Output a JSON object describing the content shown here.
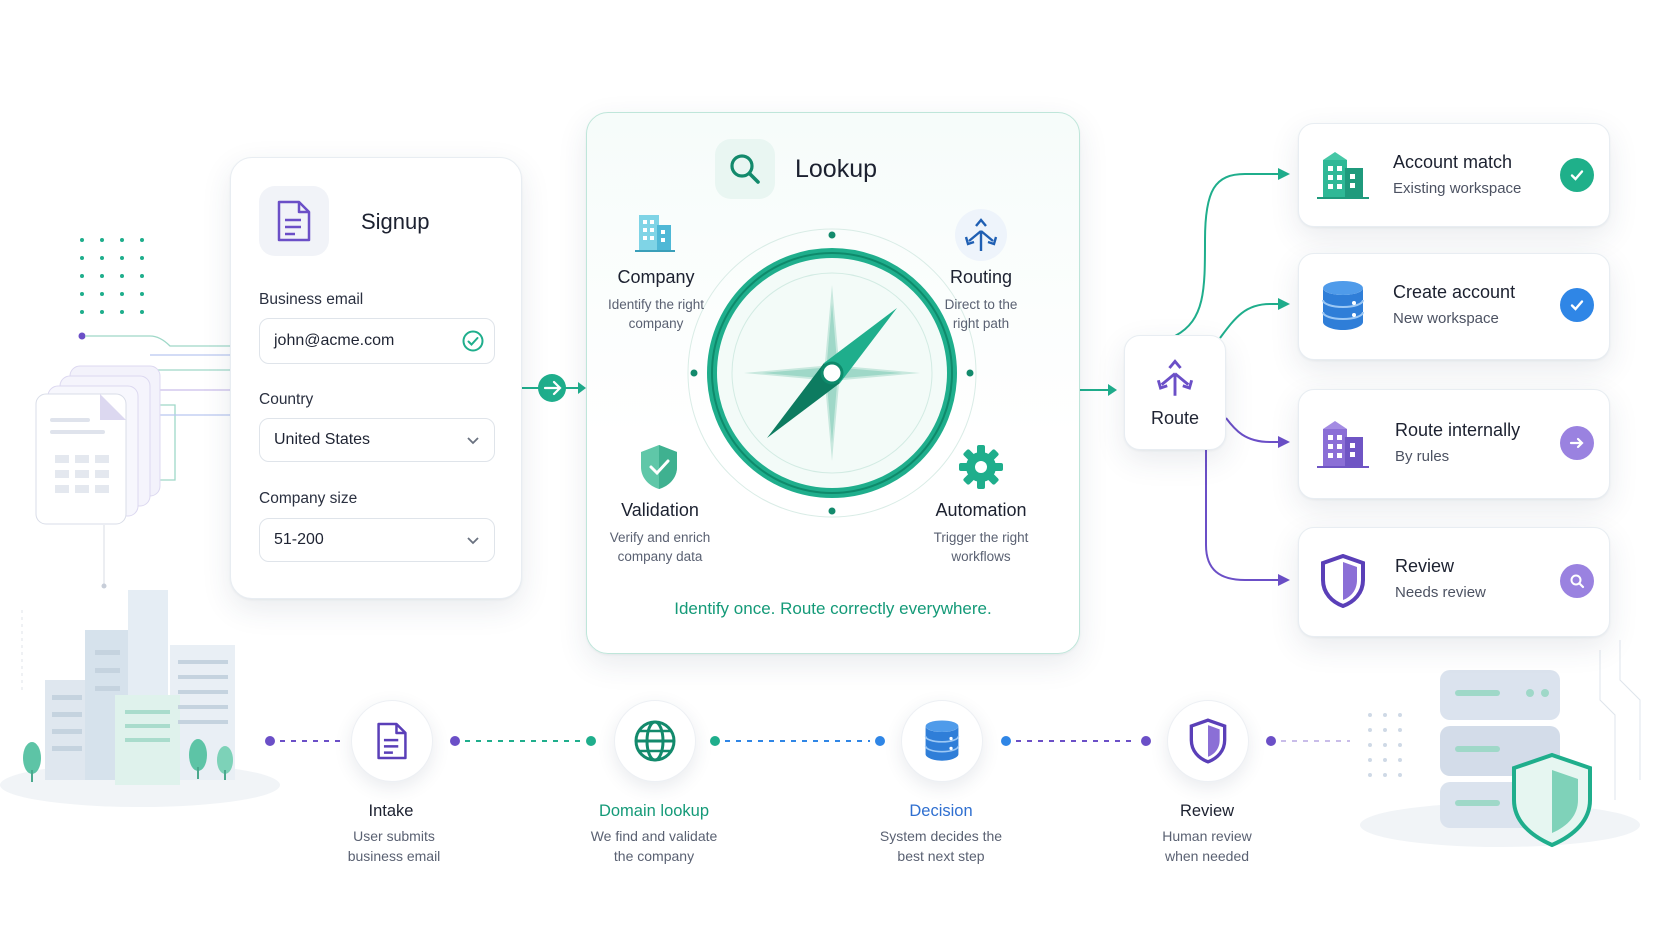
{
  "signup": {
    "title": "Signup",
    "email_label": "Business email",
    "email_value": "john@acme.com",
    "country_label": "Country",
    "country_value": "United States",
    "size_label": "Company size",
    "size_value": "51-200"
  },
  "lookup": {
    "title": "Lookup",
    "features": [
      {
        "title": "Company",
        "desc1": "Identify the right",
        "desc2": "company"
      },
      {
        "title": "Routing",
        "desc1": "Direct to the",
        "desc2": "right path"
      },
      {
        "title": "Validation",
        "desc1": "Verify and enrich",
        "desc2": "company data"
      },
      {
        "title": "Automation",
        "desc1": "Trigger the right",
        "desc2": "workflows"
      }
    ],
    "tagline": "Identify once. Route correctly everywhere."
  },
  "route": {
    "label": "Route"
  },
  "results": [
    {
      "title": "Account match",
      "subtitle": "Existing workspace",
      "color": "#1fb08a"
    },
    {
      "title": "Create account",
      "subtitle": "New workspace",
      "color": "#2f86e6"
    },
    {
      "title": "Route internally",
      "subtitle": "By rules",
      "color": "#8b6fd6"
    },
    {
      "title": "Review",
      "subtitle": "Needs review",
      "color": "#8b6fd6"
    }
  ],
  "steps": [
    {
      "title": "Intake",
      "desc1": "User submits",
      "desc2": "business email",
      "color": "#1c2130"
    },
    {
      "title": "Domain lookup",
      "desc1": "We find and validate",
      "desc2": "the company",
      "color": "#149a78"
    },
    {
      "title": "Decision",
      "desc1": "System decides the",
      "desc2": "best next step",
      "color": "#2f6fd0"
    },
    {
      "title": "Review",
      "desc1": "Human review",
      "desc2": "when needed",
      "color": "#1c2130"
    }
  ],
  "colors": {
    "teal": "#1fae8c",
    "purple": "#6b4fc7",
    "blue": "#2f86e6"
  }
}
